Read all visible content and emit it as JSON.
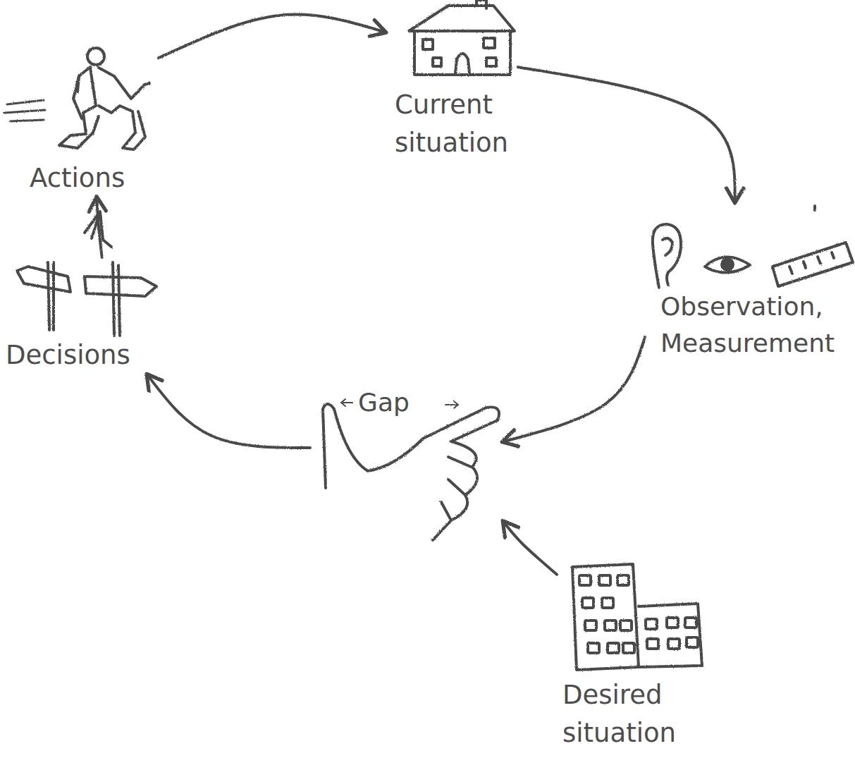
{
  "diagram": {
    "nodes": [
      {
        "text": [
          "Actions"
        ]
      },
      {
        "text": [
          "Current situation"
        ]
      },
      {
        "text": [
          "Observation, Measurement"
        ]
      },
      {
        "text": [
          "Decisions"
        ]
      },
      {
        "text": [
          "Gap"
        ]
      },
      {
        "text": [
          "Desired situation"
        ]
      }
    ],
    "edges": [
      {
        "from": 0,
        "to": 1,
        "arrow": "to"
      },
      {
        "from": 1,
        "to": 2,
        "arrow": "to"
      },
      {
        "from": 2,
        "to": 4,
        "arrow": "to"
      },
      {
        "from": 5,
        "to": 4,
        "arrow": "to"
      },
      {
        "from": 4,
        "to": 3,
        "arrow": "to"
      },
      {
        "from": 3,
        "to": 0,
        "arrow": "to"
      }
    ]
  }
}
